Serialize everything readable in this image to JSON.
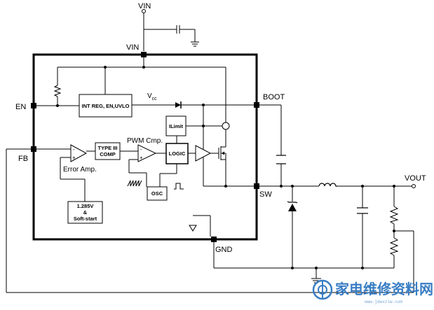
{
  "pins": {
    "vin_top": "VIN",
    "vin_pin": "VIN",
    "en": "EN",
    "fb": "FB",
    "boot": "BOOT",
    "sw": "SW",
    "gnd": "GND",
    "vout": "VOUT"
  },
  "blocks": {
    "int_reg": "INT REG, EN,UVLO",
    "type3_line1": "TYPE III",
    "type3_line2": "COMP",
    "ilimit": "ILimit",
    "logic": "LOGIC",
    "osc": "OSC",
    "ref_line1": "1.285V",
    "ref_line2": "&",
    "ref_line3": "Soft-start"
  },
  "labels": {
    "vcc_main": "V",
    "vcc_sub": "cc",
    "pwm_cmp": "PWM Cmp.",
    "error_amp": "Error Amp."
  },
  "watermark": {
    "text": "家电维修资料网",
    "sub": "www.jdwxzlw.com"
  }
}
